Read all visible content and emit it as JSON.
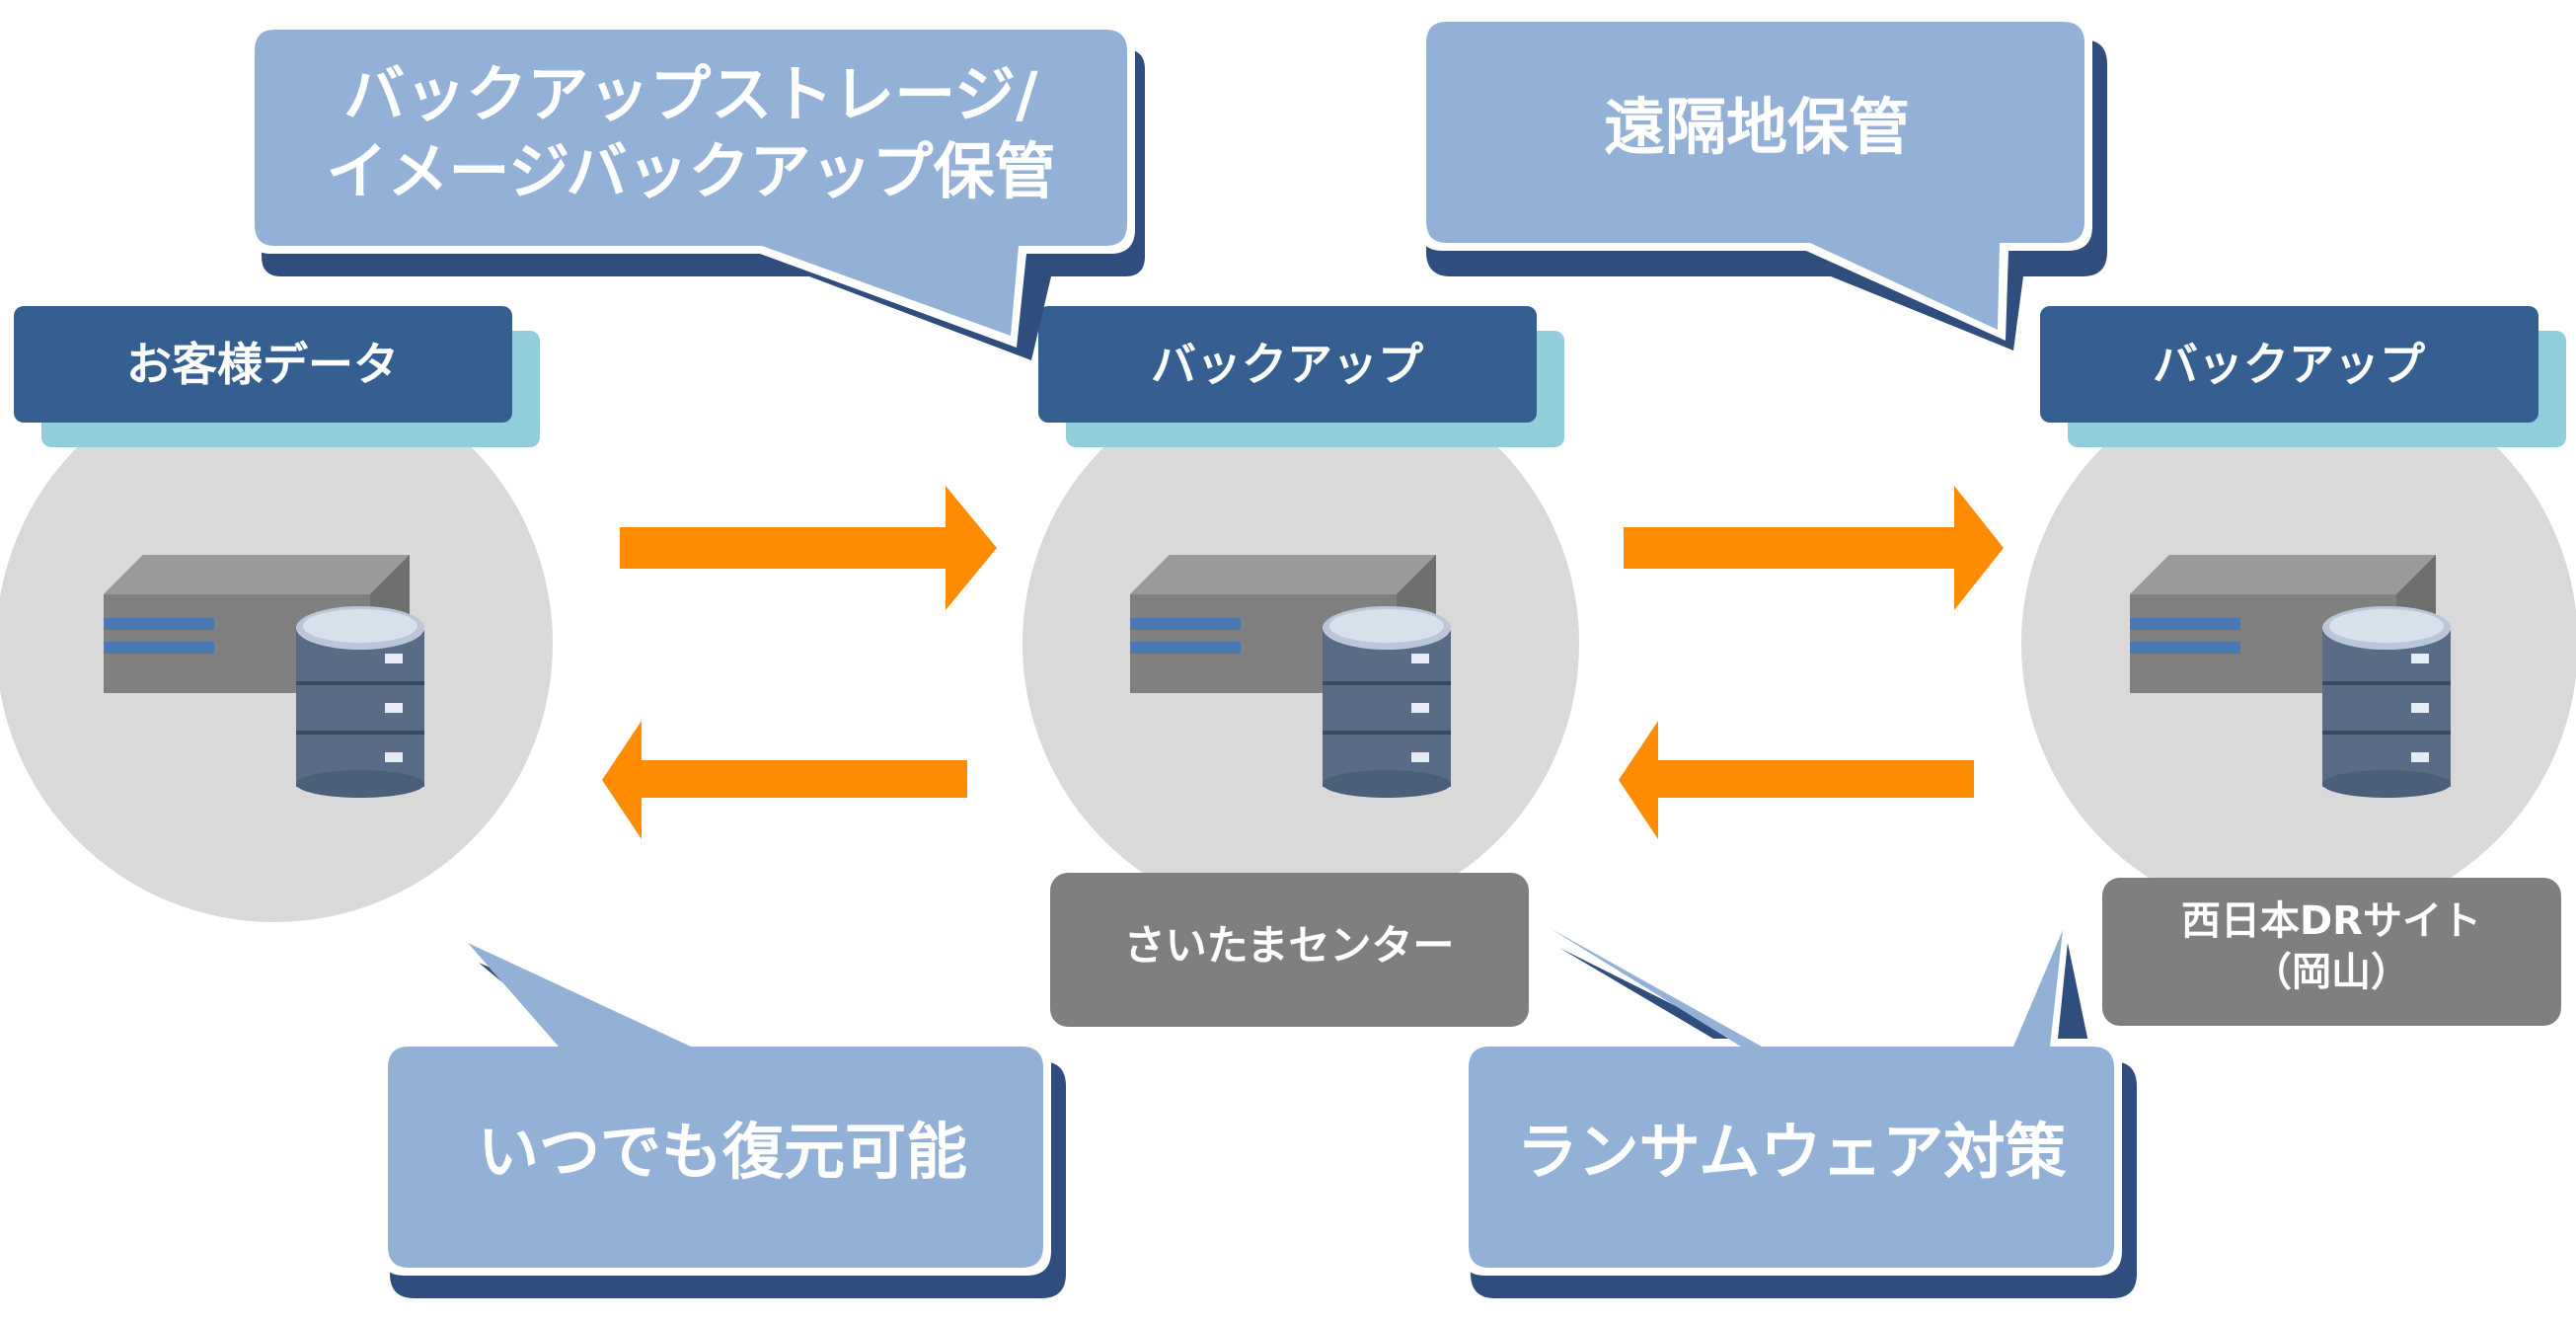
{
  "nodes": {
    "customer": {
      "label": "お客様データ"
    },
    "saitama": {
      "label": "バックアップ",
      "location": "さいたまセンター"
    },
    "west": {
      "label": "バックアップ",
      "location_line1": "西日本DRサイト",
      "location_line2": "（岡山）"
    }
  },
  "bubbles": {
    "storage": {
      "line1": "バックアップストレージ/",
      "line2": "イメージバックアップ保管"
    },
    "remote": {
      "text": "遠隔地保管"
    },
    "restore": {
      "text": "いつでも復元可能"
    },
    "ransomware": {
      "text": "ランサムウェア対策"
    }
  },
  "colors": {
    "bubble_fill": "#93b1d6",
    "bubble_shadow": "#2f4e7e",
    "label_fill": "#355f91",
    "label_shadow": "#92cddc",
    "circle_fill": "#d9d9d9",
    "arrow_fill": "#ff8c00",
    "location_fill": "#7f7f7f"
  },
  "icons": {
    "server": "server-icon",
    "database": "database-icon",
    "arrow": "arrow-icon"
  }
}
